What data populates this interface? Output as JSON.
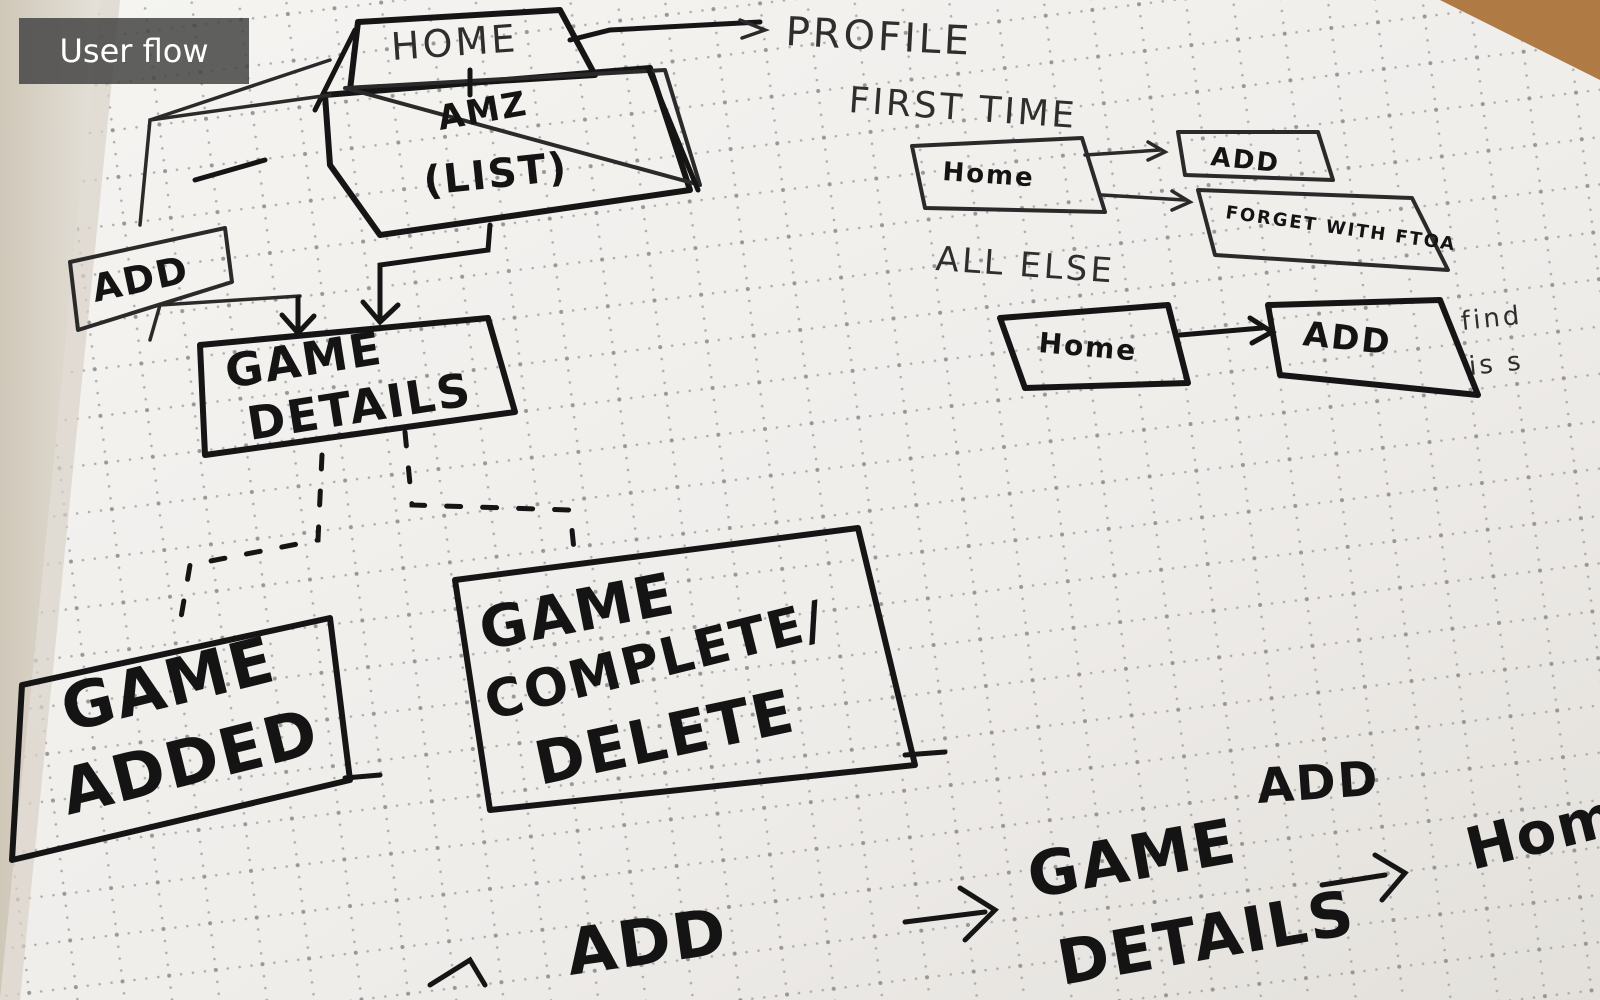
{
  "caption": "User flow",
  "sketch": {
    "home_top": "HOME",
    "profile": "PROFILE",
    "list_box": "(LIST)",
    "list_scribble": "AMZ",
    "add_left": "ADD",
    "game_details_line1": "GAME",
    "game_details_line2": "DETAILS",
    "game_added_line1": "GAME",
    "game_added_line2": "ADDED",
    "game_complete_line1": "GAME",
    "game_complete_line2": "COMPLETE/",
    "game_complete_line3": "DELETE",
    "first_time": "FIRST TIME",
    "ft_home": "Home",
    "ft_add": "ADD",
    "ft_forget": "FORGET WITH FTOA",
    "all_else": "ALL ELSE",
    "ae_home": "Home",
    "ae_add": "ADD",
    "ae_note_1": "find",
    "ae_note_2": "is s",
    "bottom_add_top": "ADD",
    "bottom_game": "GAME",
    "bottom_details": "DETAILS",
    "bottom_add": "ADD",
    "bottom_home": "Hom"
  },
  "colors": {
    "paper": "#f3f1ed",
    "table": "#b07a45",
    "ink": "#151515",
    "caption_bg": "#464646"
  }
}
